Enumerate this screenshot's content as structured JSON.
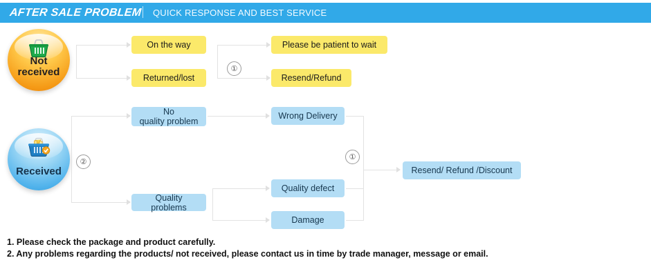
{
  "header": {
    "title": "AFTER SALE PROBLEM",
    "separator": "|",
    "subtitle": "QUICK RESPONSE AND BEST SERVICE",
    "bar_color": "#31a9e8"
  },
  "flow": {
    "branches": [
      {
        "id": "not-received",
        "badge_label_line1": "Not",
        "badge_label_line2": "received",
        "badge_icon": "shopping-basket-icon",
        "badge_color": "#f5a01a",
        "marker": "",
        "causes": [
          {
            "label": "On the way",
            "color": "#fbe96a"
          },
          {
            "label": "Returned/lost",
            "color": "#fbe96a"
          }
        ],
        "join_marker": "①",
        "outcomes": [
          {
            "label": "Please be patient to wait",
            "color": "#fbe96a"
          },
          {
            "label": "Resend/Refund",
            "color": "#fbe96a"
          }
        ]
      },
      {
        "id": "received",
        "badge_label_line1": "Received",
        "badge_label_line2": "",
        "badge_icon": "shopping-basket-filled-icon",
        "badge_color": "#53b4ec",
        "marker": "②",
        "causes": [
          {
            "label_line1": "No",
            "label_line2": "quality problem",
            "color": "#b3ddf5"
          },
          {
            "label_line1": "Quality problems",
            "label_line2": "",
            "color": "#b3ddf5"
          }
        ],
        "sub_causes": [
          {
            "label": "Wrong Delivery",
            "color": "#b3ddf5"
          },
          {
            "label": "Quality defect",
            "color": "#b3ddf5"
          },
          {
            "label": "Damage",
            "color": "#b3ddf5"
          }
        ],
        "join_marker": "①",
        "outcomes": [
          {
            "label": "Resend/ Refund /Discount",
            "color": "#b3ddf5"
          }
        ]
      }
    ]
  },
  "notes": {
    "line1": "1. Please check the package and product carefully.",
    "line2": "2. Any problems regarding the products/ not received, please contact us in time by trade manager, message or email."
  }
}
